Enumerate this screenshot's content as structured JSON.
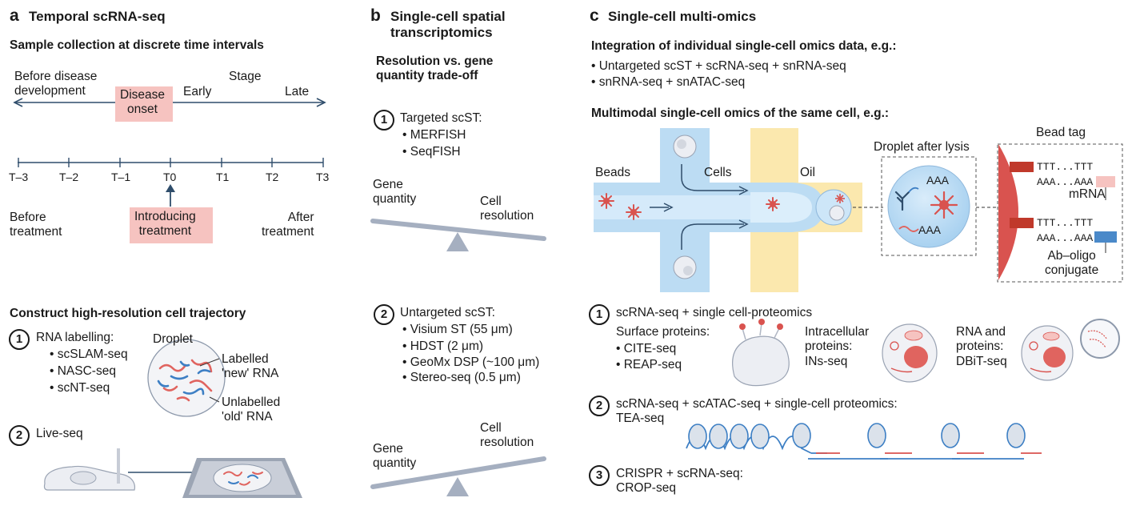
{
  "panels": {
    "a": {
      "letter": "a",
      "title": "Temporal scRNA-seq",
      "sample_heading": "Sample collection at discrete time intervals",
      "timeline_left": "Before disease\ndevelopment",
      "disease_onset": "Disease\nonset",
      "early": "Early",
      "stage": "Stage",
      "late": "Late",
      "ticks": [
        "T–3",
        "T–2",
        "T–1",
        "T0",
        "T1",
        "T2",
        "T3"
      ],
      "before_treatment": "Before\ntreatment",
      "introducing_treatment": "Introducing\ntreatment",
      "after_treatment": "After\ntreatment",
      "trajectory_heading": "Construct high-resolution cell trajectory",
      "step1_num": "1",
      "step1_label": "RNA labelling:",
      "step1_items": [
        "scSLAM-seq",
        "NASC-seq",
        "scNT-seq"
      ],
      "droplet": "Droplet",
      "labelled": "Labelled\n'new' RNA",
      "unlabelled": "Unlabelled\n'old' RNA",
      "step2_num": "2",
      "step2_label": "Live-seq"
    },
    "b": {
      "letter": "b",
      "title": "Single-cell spatial\ntranscriptomics",
      "subheading": "Resolution vs. gene\nquantity trade-off",
      "step1_num": "1",
      "step1_label": "Targeted scST:",
      "step1_items": [
        "MERFISH",
        "SeqFISH"
      ],
      "gene_quantity": "Gene\nquantity",
      "cell_resolution": "Cell\nresolution",
      "step2_num": "2",
      "step2_label": "Untargeted scST:",
      "step2_items": [
        "Visium ST (55 μm)",
        "HDST (2 μm)",
        "GeoMx DSP (~100 μm)",
        "Stereo-seq (0.5 μm)"
      ]
    },
    "c": {
      "letter": "c",
      "title": "Single-cell multi-omics",
      "integration_heading": "Integration of individual single-cell omics data, e.g.:",
      "integration_items": [
        "Untargeted scST + scRNA-seq + snRNA-seq",
        "snRNA-seq + snATAC-seq"
      ],
      "multimodal_heading": "Multimodal single-cell omics of the same cell, e.g.:",
      "beads": "Beads",
      "cells": "Cells",
      "oil": "Oil",
      "droplet_after_lysis": "Droplet after lysis",
      "aaa": "AAA",
      "bead_tag": "Bead tag",
      "ttt": "TTT...TTT",
      "aaa_long": "AAA...AAA",
      "mrna": "mRNA",
      "ab_oligo": "Ab–oligo\nconjugate",
      "step1_num": "1",
      "step1_label": "scRNA-seq + single cell-proteomics",
      "surface_proteins": "Surface proteins:",
      "surface_items": [
        "CITE-seq",
        "REAP-seq"
      ],
      "intracellular": "Intracellular\nproteins:\nINs-seq",
      "rna_proteins": "RNA and\nproteins:\nDBiT-seq",
      "step2_num": "2",
      "step2_label": "scRNA-seq + scATAC-seq + single-cell proteomics:\nTEA-seq",
      "step3_num": "3",
      "step3_label": "CRISPR + scRNA-seq:\nCROP-seq"
    }
  },
  "colors": {
    "pink": "#f6c3c0",
    "red": "#d9534f",
    "blue": "#3d7fc4",
    "light_blue": "#bcdcf3",
    "yellow": "#fbe8ae",
    "navy": "#2f4d6b",
    "gray": "#a5afc0"
  }
}
